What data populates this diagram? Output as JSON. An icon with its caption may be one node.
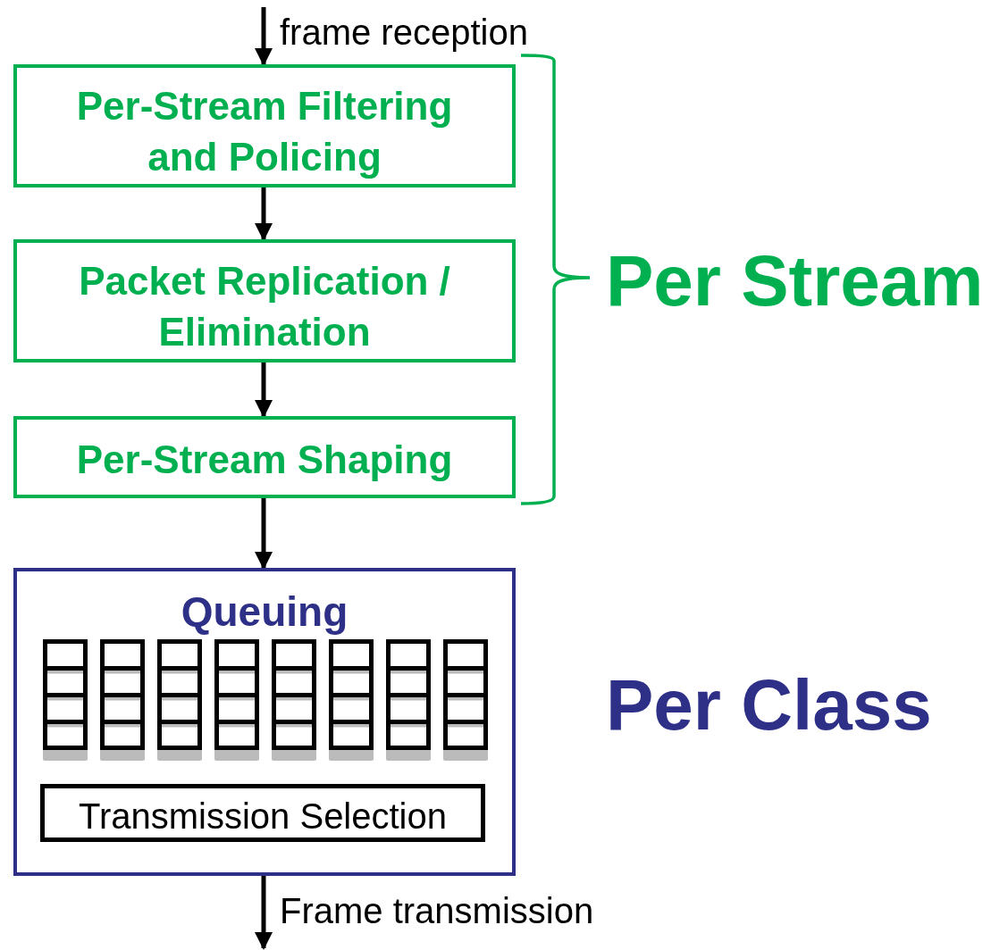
{
  "diagram": {
    "nodes": [
      {
        "text": [
          "Per-Stream Filtering and Policing"
        ]
      },
      {
        "text": [
          "Packet Replication / Elimination"
        ]
      },
      {
        "text": [
          "Per-Stream Shaping"
        ]
      },
      {
        "text": [
          "Queuing"
        ]
      },
      {
        "text": [
          "Transmission Selection"
        ],
        "in": 3
      }
    ],
    "edges": [
      {
        "from": null,
        "to": 0,
        "arrow": "to",
        "label": "frame reception"
      },
      {
        "from": 0,
        "to": 1,
        "arrow": "to"
      },
      {
        "from": 1,
        "to": 2,
        "arrow": "to"
      },
      {
        "from": 2,
        "to": 3,
        "arrow": "to"
      },
      {
        "from": 3,
        "to": null,
        "arrow": "to",
        "label": "Frame transmission"
      }
    ],
    "labels": [
      "Per Stream",
      "Per Class"
    ]
  }
}
